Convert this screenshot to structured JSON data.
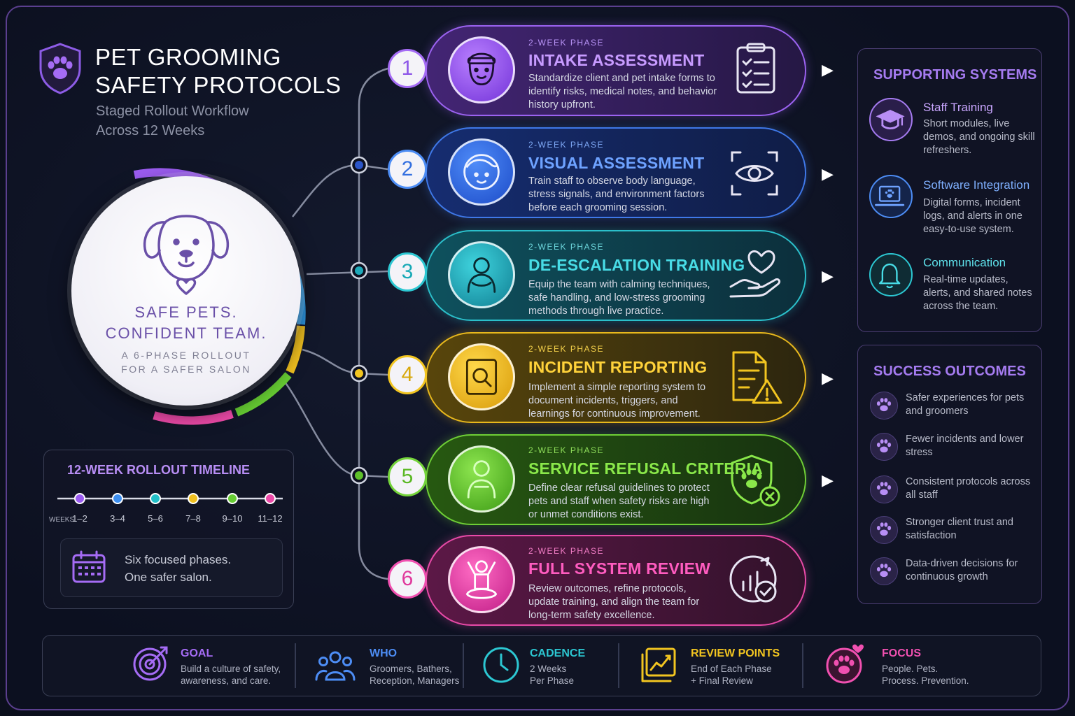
{
  "header": {
    "title_line1": "PET GROOMING",
    "title_line2": "SAFETY PROTOCOLS",
    "subtitle_line1": "Staged Rollout Workflow",
    "subtitle_line2": "Across 12 Weeks"
  },
  "hero": {
    "tagline_line1": "SAFE PETS.",
    "tagline_line2": "CONFIDENT TEAM.",
    "sub_line1": "A 6-PHASE ROLLOUT",
    "sub_line2": "FOR A SAFER SALON"
  },
  "timeline": {
    "title": "12-WEEK ROLLOUT TIMELINE",
    "prefix": "WEEKS",
    "ticks": [
      "1–2",
      "3–4",
      "5–6",
      "7–8",
      "9–10",
      "11–12"
    ],
    "tick_colors": [
      "#9b5cf0",
      "#3d8ff0",
      "#22c0c8",
      "#f0c020",
      "#66cc33",
      "#ec4aa8"
    ],
    "note_line1": "Six focused phases.",
    "note_line2": "One safer salon."
  },
  "phases": [
    {
      "number": "1",
      "label": "2-WEEK PHASE",
      "title": "INTAKE ASSESSMENT",
      "desc": "Standardize client and pet intake forms to identify risks, medical notes, and behavior history upfront.",
      "color": "#a56cf5",
      "icon": "groomer-face-icon",
      "side_icon": "clipboard-checklist-icon"
    },
    {
      "number": "2",
      "label": "2-WEEK PHASE",
      "title": "VISUAL ASSESSMENT",
      "desc": "Train staff to observe body language, stress signals, and environment factors before each grooming session.",
      "color": "#4d8df5",
      "icon": "person-face-icon",
      "side_icon": "eye-scan-icon"
    },
    {
      "number": "3",
      "label": "2-WEEK PHASE",
      "title": "DE-ESCALATION TRAINING",
      "desc": "Equip the team with calming techniques, safe handling, and low-stress grooming methods through live practice.",
      "color": "#2cc7d2",
      "icon": "calm-person-icon",
      "side_icon": "heart-hand-icon"
    },
    {
      "number": "4",
      "label": "2-WEEK PHASE",
      "title": "INCIDENT REPORTING",
      "desc": "Implement a simple reporting system to document incidents, triggers, and learnings for continuous improvement.",
      "color": "#f2c520",
      "icon": "search-report-icon",
      "side_icon": "document-warning-icon"
    },
    {
      "number": "5",
      "label": "2-WEEK PHASE",
      "title": "SERVICE REFUSAL CRITERIA",
      "desc": "Define clear refusal guidelines to protect pets and staff when safety risks are high or unmet conditions exist.",
      "color": "#74d43a",
      "icon": "person-refusal-icon",
      "side_icon": "shield-paw-x-icon"
    },
    {
      "number": "6",
      "label": "2-WEEK PHASE",
      "title": "FULL SYSTEM REVIEW",
      "desc": "Review outcomes, refine protocols, update training, and align the team for long-term safety excellence.",
      "color": "#f050b0",
      "icon": "team-celebrate-icon",
      "side_icon": "chart-check-icon"
    }
  ],
  "supporting": {
    "title": "SUPPORTING SYSTEMS",
    "items": [
      {
        "title": "Staff Training",
        "desc": "Short modules, live demos, and ongoing skill refreshers.",
        "icon": "graduation-cap-icon"
      },
      {
        "title": "Software Integration",
        "desc": "Digital forms, incident logs, and alerts in one easy-to-use system.",
        "icon": "laptop-paw-icon"
      },
      {
        "title": "Communication",
        "desc": "Real-time updates, alerts, and shared notes across the team.",
        "icon": "bell-icon"
      }
    ]
  },
  "outcomes": {
    "title": "SUCCESS OUTCOMES",
    "items": [
      "Safer experiences for pets and groomers",
      "Fewer incidents and lower stress",
      "Consistent protocols across all staff",
      "Stronger client trust and satisfaction",
      "Data-driven decisions for continuous growth"
    ]
  },
  "bottom": [
    {
      "title": "GOAL",
      "line1": "Build a culture of safety,",
      "line2": "awareness, and care.",
      "color": "#a56cf5",
      "icon": "target-icon"
    },
    {
      "title": "WHO",
      "line1": "Groomers, Bathers,",
      "line2": "Reception, Managers",
      "color": "#4d8df5",
      "icon": "people-group-icon"
    },
    {
      "title": "CADENCE",
      "line1": "2 Weeks",
      "line2": "Per Phase",
      "color": "#2cc7d2",
      "icon": "clock-icon"
    },
    {
      "title": "REVIEW POINTS",
      "line1": "End of Each Phase",
      "line2": "+ Final Review",
      "color": "#f2c520",
      "icon": "chart-review-icon"
    },
    {
      "title": "FOCUS",
      "line1": "People. Pets.",
      "line2": "Process. Prevention.",
      "color": "#f050b0",
      "icon": "paw-heart-icon"
    }
  ]
}
